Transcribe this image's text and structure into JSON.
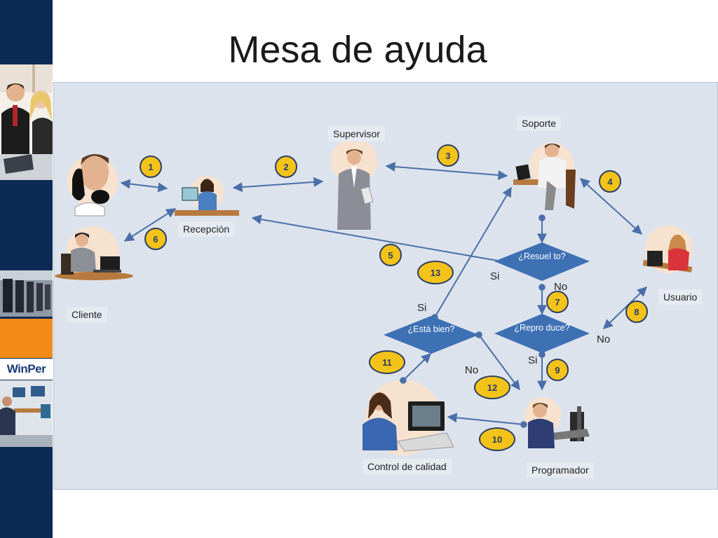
{
  "title": "Mesa de ayuda",
  "sidebar": {
    "logo_text": "WinPer"
  },
  "nodes": {
    "cliente": "Cliente",
    "recepcion": "Recepción",
    "supervisor": "Supervisor",
    "soporte": "Soporte",
    "usuario": "Usuario",
    "control_calidad": "Control de calidad",
    "programador": "Programador"
  },
  "decisions": {
    "resuelto": "¿Resuel to?",
    "reproduce": "¿Repro duce?",
    "esta_bien": "¿Está bien?"
  },
  "branch_labels": {
    "si_resuelto": "Si",
    "no_resuelto": "No",
    "si_reproduce": "Si",
    "no_reproduce": "No",
    "si_esta_bien": "Si",
    "no_esta_bien": "No"
  },
  "steps": [
    "1",
    "2",
    "3",
    "4",
    "5",
    "6",
    "7",
    "8",
    "9",
    "10",
    "11",
    "12",
    "13"
  ],
  "colors": {
    "sidebar": "#0d2a55",
    "canvas": "#dde3ec",
    "arrow": "#4a6fa8",
    "diamond": "#3e70b4",
    "step_fill": "#f3c319",
    "step_border": "#2b3d66",
    "accent_orange": "#f28a18"
  },
  "icons": [
    "phone-caller-icon",
    "receptionist-icon",
    "supervisor-icon",
    "support-agent-icon",
    "user-icon",
    "client-laptop-icon",
    "quality-control-icon",
    "programmer-icon"
  ]
}
